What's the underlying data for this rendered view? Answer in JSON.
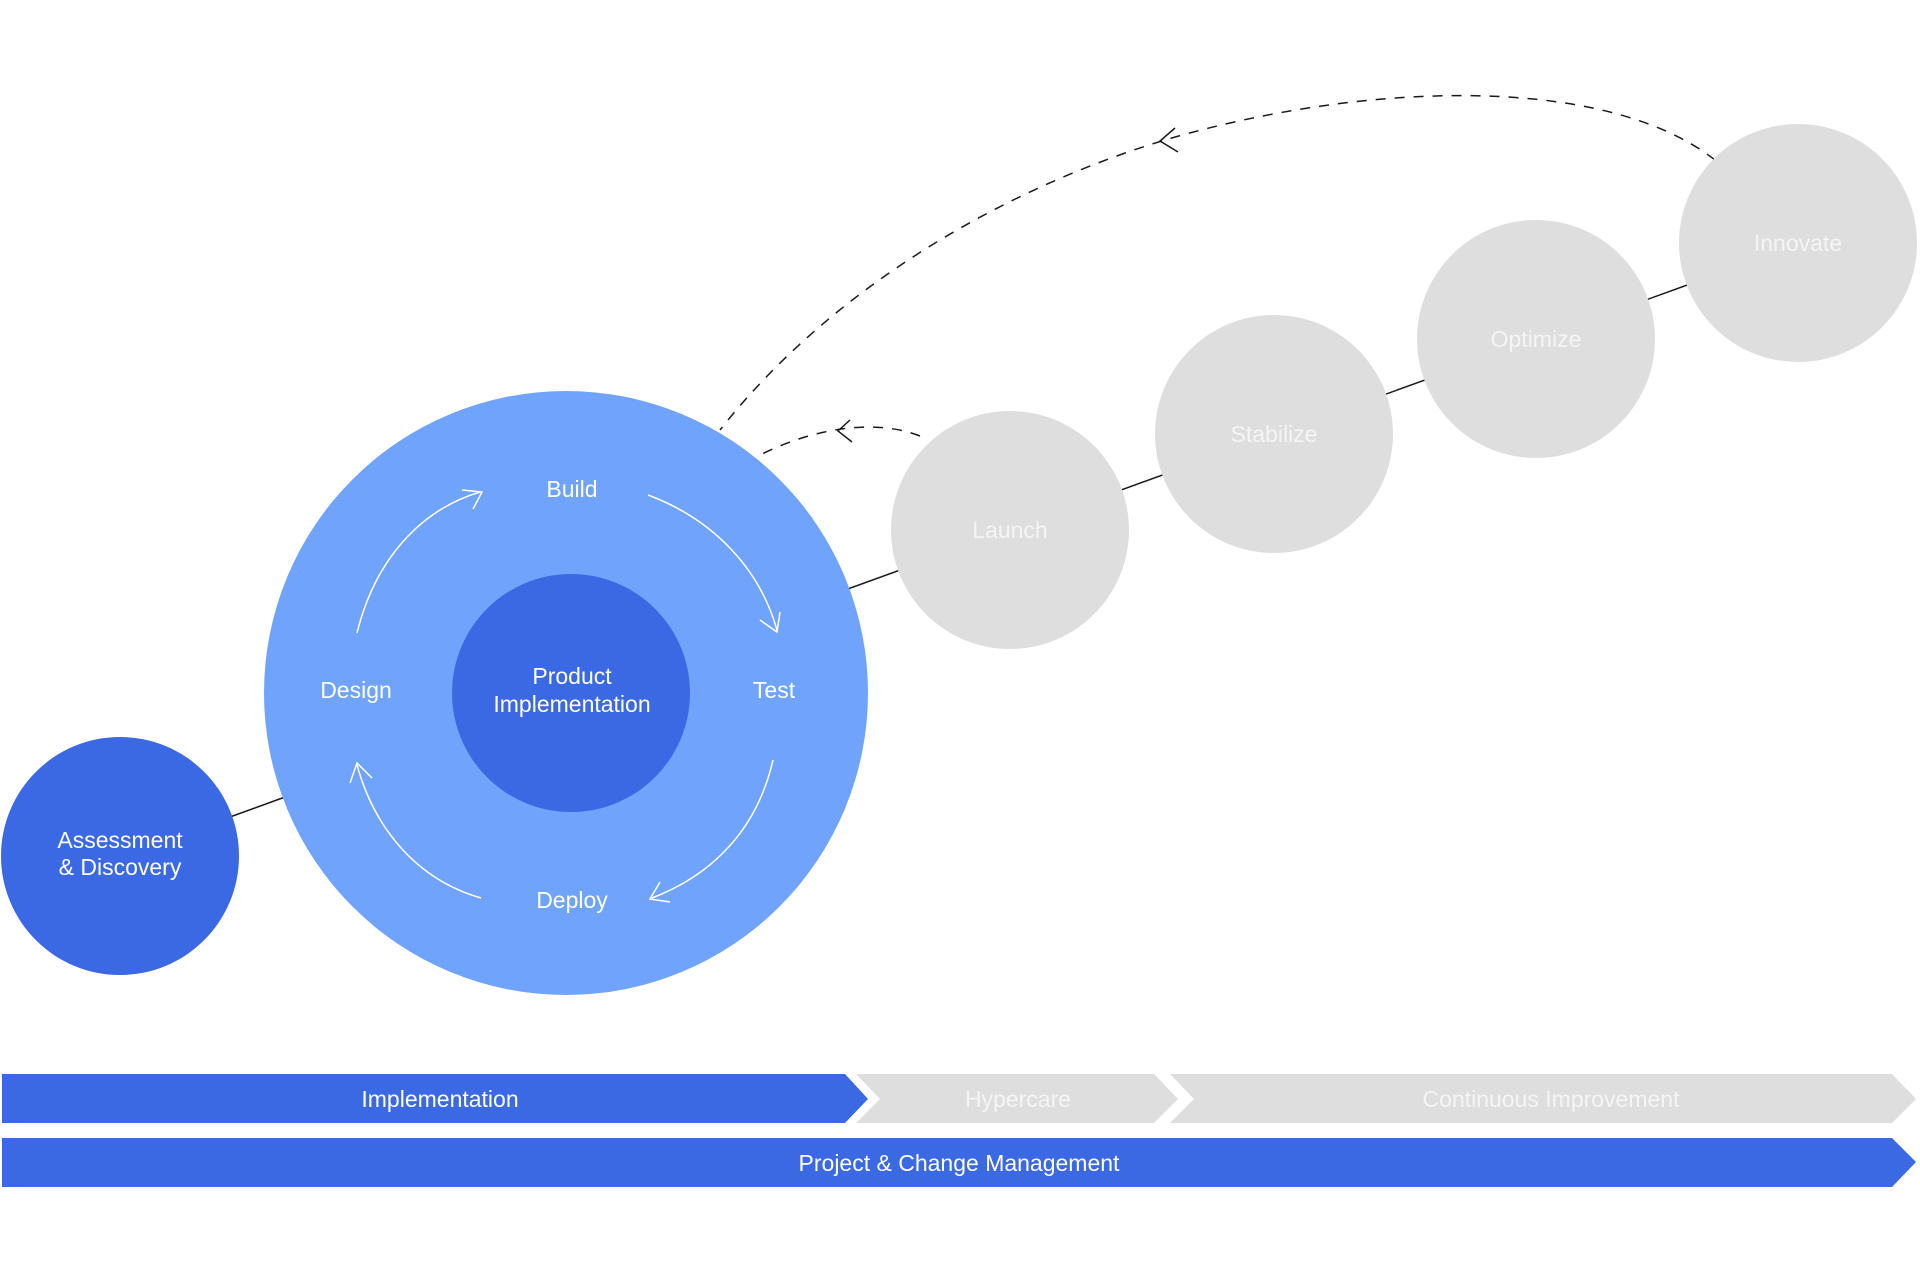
{
  "colors": {
    "dark_blue": "#3b69e4",
    "light_blue": "#70a3fc",
    "grey": "#dedede",
    "label_light": "#f5f5f5",
    "line": "#1a1a1a"
  },
  "diagram": {
    "assessment": {
      "line1": "Assessment",
      "line2": "& Discovery"
    },
    "cycle": {
      "center_line1": "Product",
      "center_line2": "Implementation",
      "build": "Build",
      "test": "Test",
      "deploy": "Deploy",
      "design": "Design"
    },
    "stages": {
      "launch": "Launch",
      "stabilize": "Stabilize",
      "optimize": "Optimize",
      "innovate": "Innovate"
    }
  },
  "bars": {
    "implementation": "Implementation",
    "hypercare": "Hypercare",
    "continuous_improvement": "Continuous Improvement",
    "project_change": "Project & Change Management"
  }
}
